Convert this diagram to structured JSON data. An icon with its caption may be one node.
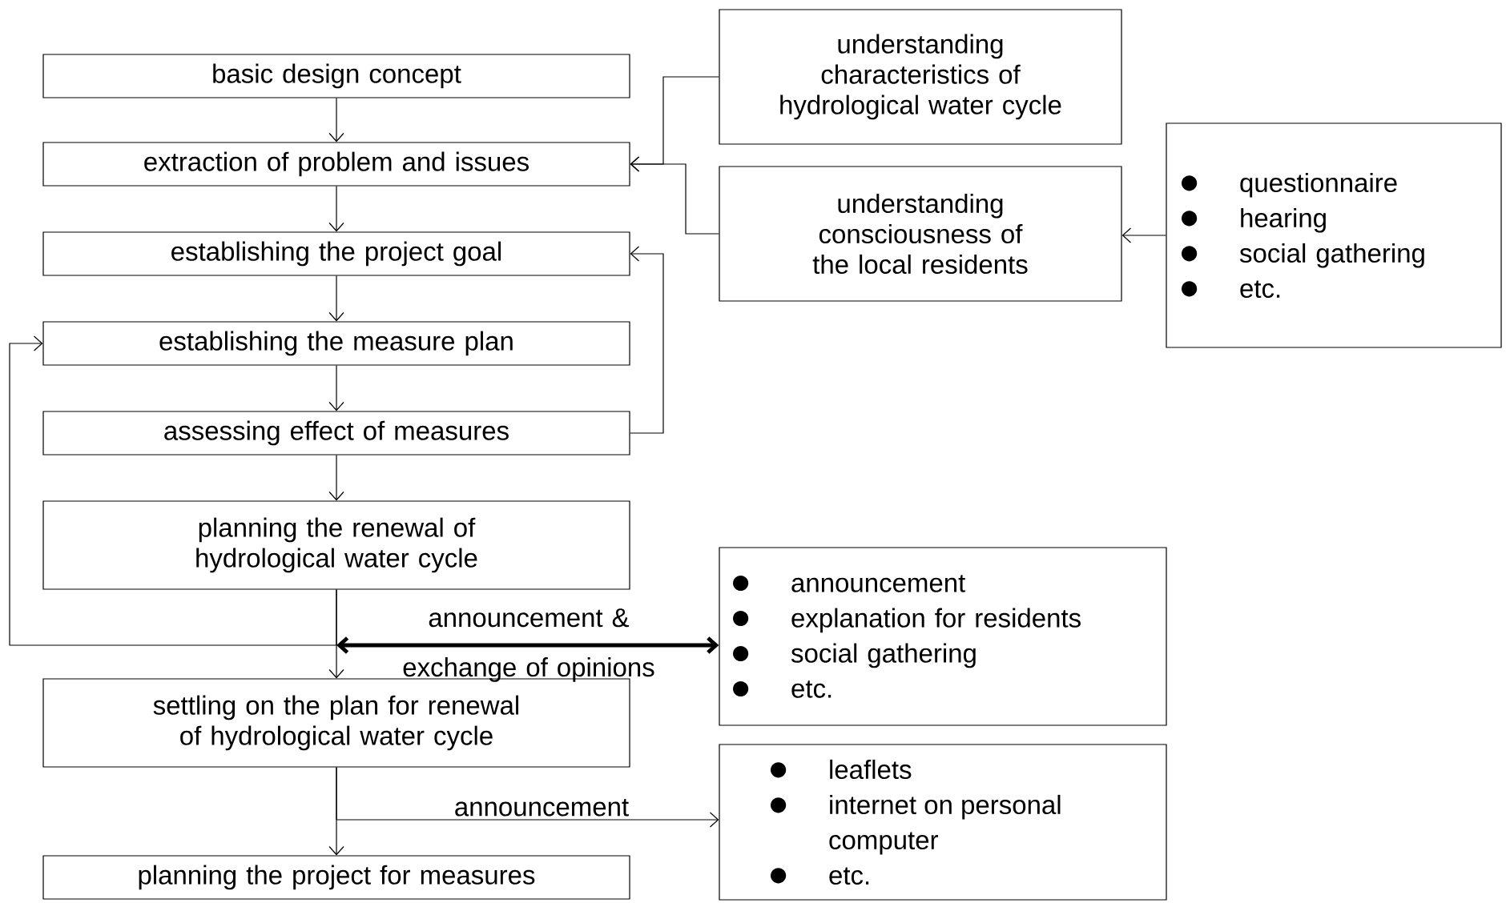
{
  "diagram": {
    "nodes": [
      {
        "text": [
          "basic design concept"
        ]
      },
      {
        "text": [
          "extraction of problem and issues"
        ]
      },
      {
        "text": [
          "establishing the project goal"
        ]
      },
      {
        "text": [
          "establishing the measure plan"
        ]
      },
      {
        "text": [
          "assessing effect of measures"
        ]
      },
      {
        "text": [
          "planning the renewal of hydrological water cycle"
        ]
      },
      {
        "text": [
          "settling on the plan for renewal of hydrological water cycle"
        ]
      },
      {
        "text": [
          "planning the project for measures"
        ]
      },
      {
        "text": [
          "understanding characteristics of hydrological water cycle"
        ]
      },
      {
        "text": [
          "understanding consciousness of the local residents"
        ]
      },
      {
        "text": [
          "questionnaire",
          "hearing",
          "social gathering",
          "etc."
        ]
      },
      {
        "text": [
          "announcement",
          "explanation for residents",
          "social gathering",
          "etc."
        ]
      },
      {
        "text": [
          "leaflets",
          "internet on personal computer",
          "etc."
        ]
      }
    ],
    "edges": [
      {
        "from": 0,
        "to": 1,
        "arrow": "to"
      },
      {
        "from": 1,
        "to": 2,
        "arrow": "to"
      },
      {
        "from": 2,
        "to": 3,
        "arrow": "to"
      },
      {
        "from": 3,
        "to": 4,
        "arrow": "to"
      },
      {
        "from": 4,
        "to": 5,
        "arrow": "to"
      },
      {
        "from": 5,
        "to": 6,
        "arrow": "to"
      },
      {
        "from": 6,
        "to": 7,
        "arrow": "to"
      },
      {
        "from": 8,
        "to": 1,
        "arrow": "to"
      },
      {
        "from": 9,
        "to": 1,
        "arrow": "to"
      },
      {
        "from": 10,
        "to": 9,
        "arrow": "to"
      },
      {
        "from": 4,
        "to": 2,
        "arrow": "to"
      },
      {
        "from": 5,
        "to": 3,
        "arrow": "to"
      },
      {
        "from": null,
        "to": 11,
        "arrow": "both",
        "style": "thick",
        "label": "announcement & exchange of opinions"
      },
      {
        "from": 6,
        "to": 12,
        "arrow": "to",
        "label": "announcement"
      }
    ]
  }
}
